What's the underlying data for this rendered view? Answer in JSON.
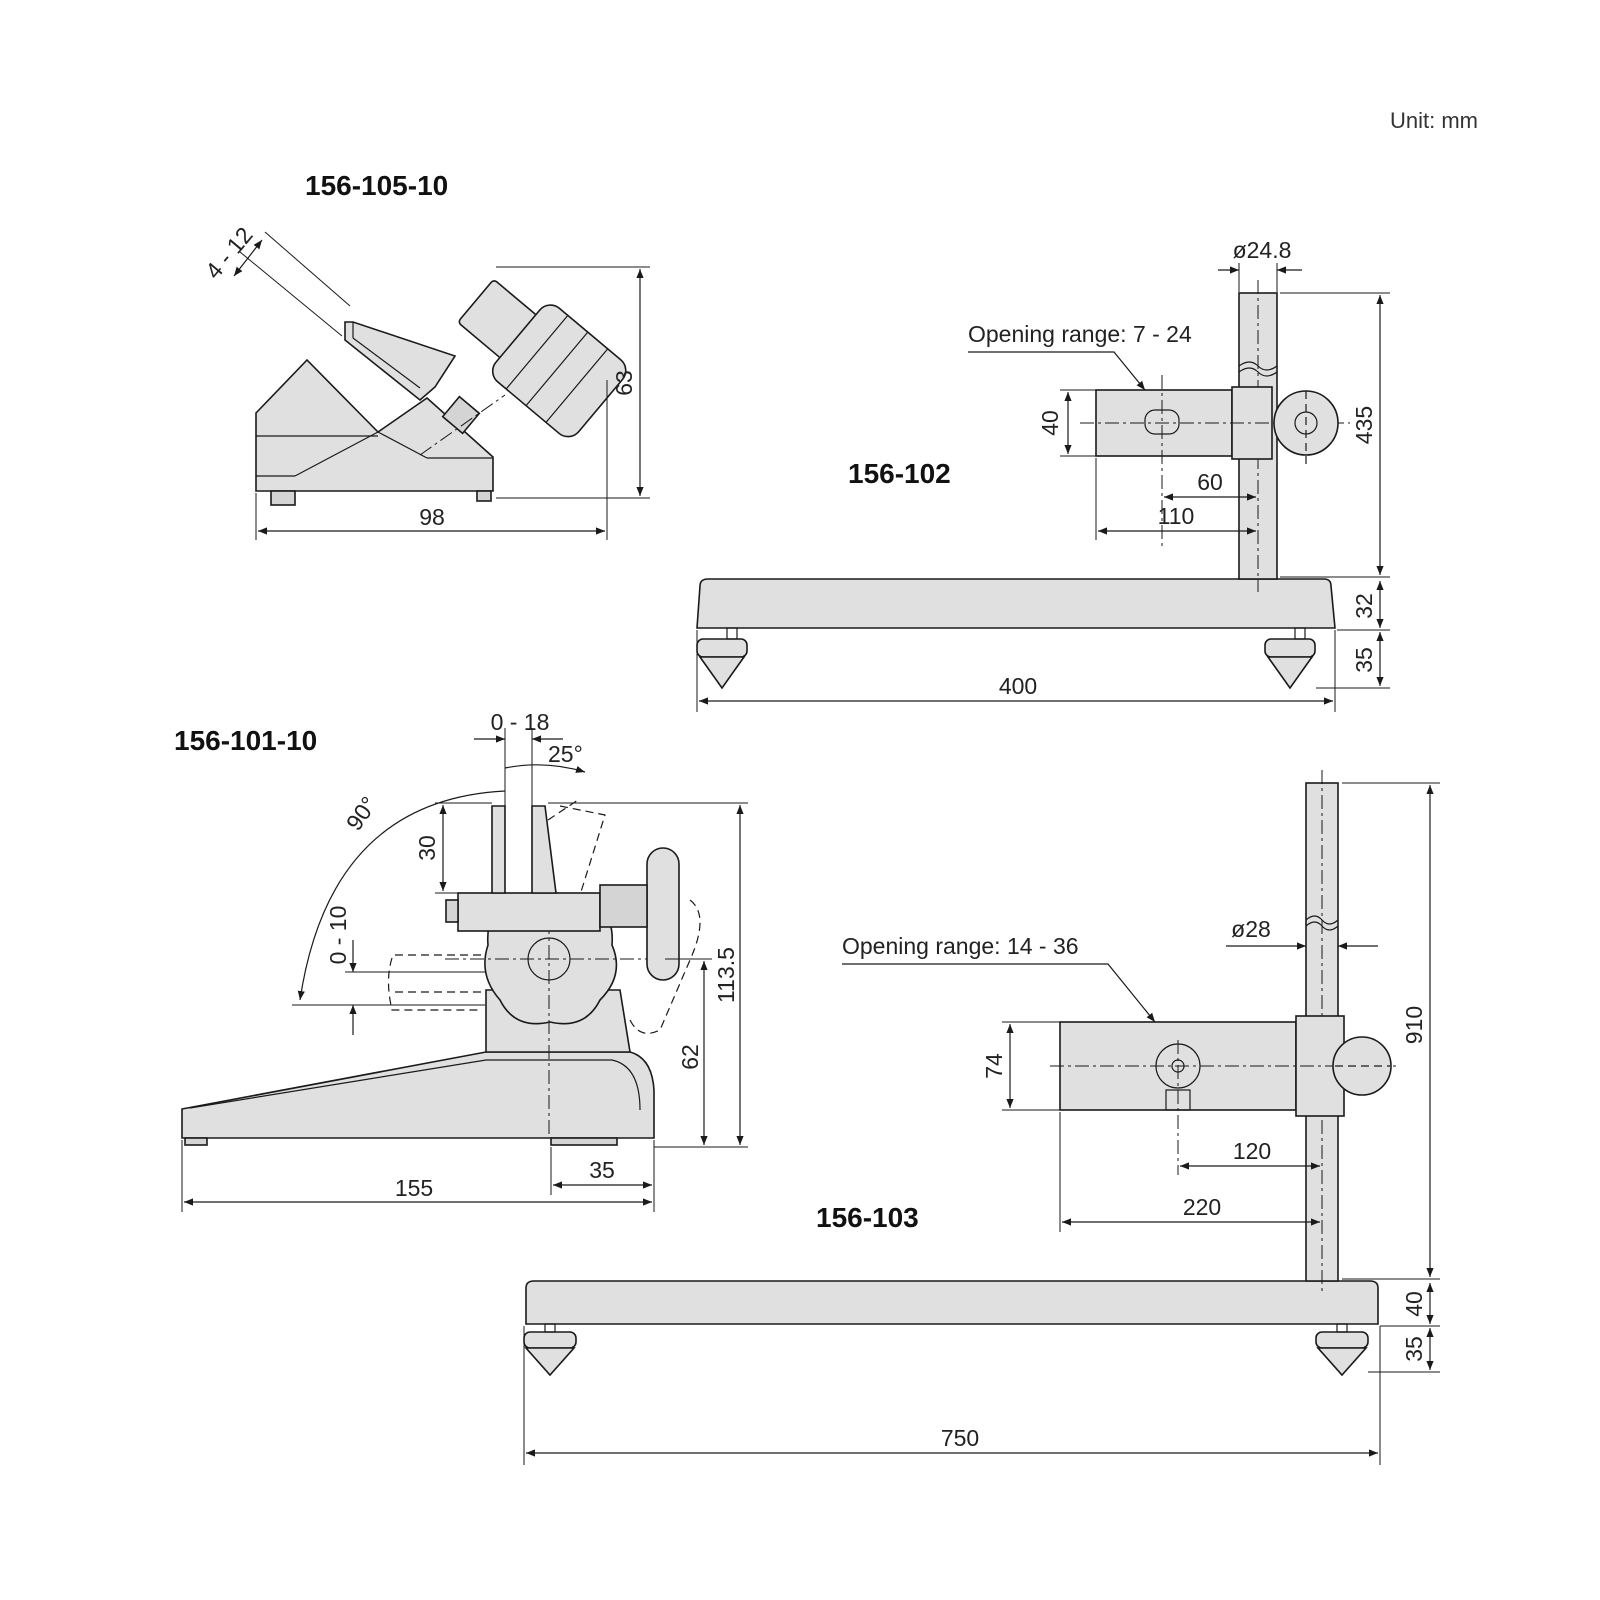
{
  "unit_label": "Unit: mm",
  "models": {
    "m105": "156-105-10",
    "m102": "156-102",
    "m101": "156-101-10",
    "m103": "156-103"
  },
  "dims_105": {
    "slot": "4 - 12",
    "height": "63",
    "length": "98"
  },
  "dims_102": {
    "dia": "ø24.8",
    "opening": "Opening range: 7 - 24",
    "clamp_h": "40",
    "h60": "60",
    "h110": "110",
    "post": "435",
    "base": "32",
    "foot": "35",
    "length": "400"
  },
  "dims_101": {
    "open": "0 - 18",
    "angle25": "25°",
    "angle90": "90°",
    "h30": "30",
    "v010": "0 - 10",
    "h1135": "113.5",
    "h62": "62",
    "w155": "155",
    "w35": "35"
  },
  "dims_103": {
    "dia": "ø28",
    "opening": "Opening range: 14 - 36",
    "clamp_h": "74",
    "h120": "120",
    "h220": "220",
    "post": "910",
    "base": "40",
    "foot": "35",
    "length": "750"
  }
}
